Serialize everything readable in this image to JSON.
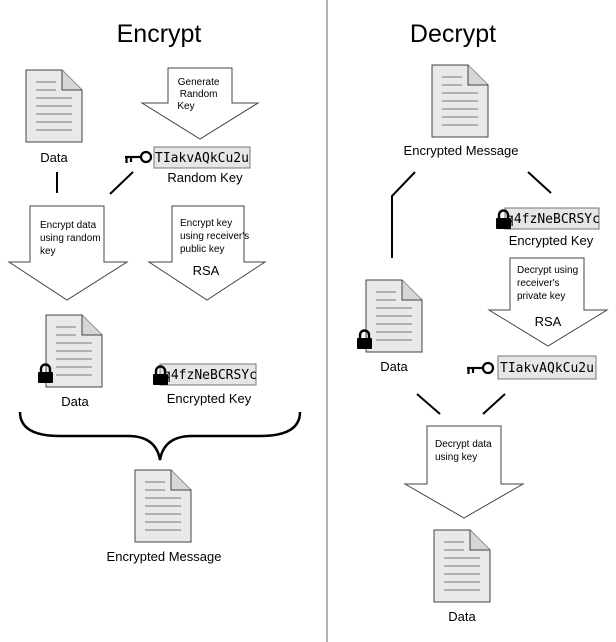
{
  "encrypt": {
    "title": "Encrypt",
    "data_label": "Data",
    "generate_key_step": [
      "Generate",
      "Random",
      "Key"
    ],
    "random_key_value": "TIakvAQkCu2u",
    "random_key_label": "Random Key",
    "encrypt_data_step": [
      "Encrypt data",
      "using random",
      "key"
    ],
    "encrypt_key_step": [
      "Encrypt key",
      "using receiver's",
      "public key"
    ],
    "encrypt_key_algorithm": "RSA",
    "encrypted_data_label": "Data",
    "encrypted_key_value": "q4fzNeBCRSYc",
    "encrypted_key_label": "Encrypted Key",
    "output_label": "Encrypted Message"
  },
  "decrypt": {
    "title": "Decrypt",
    "input_label": "Encrypted Message",
    "encrypted_key_value": "q4fzNeBCRSYc",
    "encrypted_key_label": "Encrypted Key",
    "decrypt_key_step": [
      "Decrypt using",
      "receiver's",
      "private key"
    ],
    "decrypt_key_algorithm": "RSA",
    "encrypted_data_label": "Data",
    "decrypted_key_value": "TIakvAQkCu2u",
    "decrypt_data_step": [
      "Decrypt data",
      "using key"
    ],
    "output_label": "Data"
  },
  "icons": {
    "document": "document-icon",
    "lock": "padlock-icon",
    "key": "key-icon"
  }
}
